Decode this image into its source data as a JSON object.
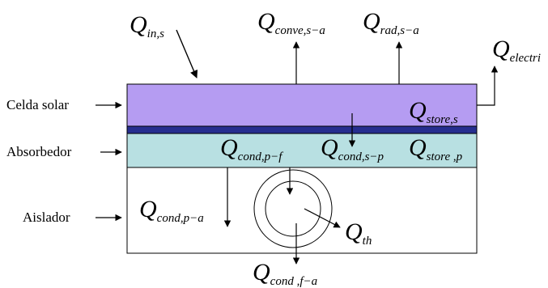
{
  "layers": {
    "solar_cell": "Celda solar",
    "absorber": "Absorbedor",
    "insulator": "Aislador"
  },
  "heat_flows": {
    "q_in": {
      "symbol": "Q",
      "subscript": "in,s"
    },
    "q_conv": {
      "symbol": "Q",
      "subscript": "conve,s−a"
    },
    "q_rad": {
      "symbol": "Q",
      "subscript": "rad,s−a"
    },
    "q_elec": {
      "symbol": "Q",
      "subscript": "electri"
    },
    "q_store_s": {
      "symbol": "Q",
      "subscript": "store,s"
    },
    "q_cond_pf": {
      "symbol": "Q",
      "subscript": "cond,p−f"
    },
    "q_cond_sp": {
      "symbol": "Q",
      "subscript": "cond,s−p"
    },
    "q_store_p": {
      "symbol": "Q",
      "subscript": "store ,p"
    },
    "q_cond_pa": {
      "symbol": "Q",
      "subscript": "cond,p−a"
    },
    "q_th": {
      "symbol": "Q",
      "subscript": "th"
    },
    "q_cond_fa": {
      "symbol": "Q",
      "subscript": "cond ,f−a"
    }
  },
  "colors": {
    "solar_cell": "#b59cf2",
    "separator": "#262e8f",
    "absorber": "#b8e0e2",
    "insulator": "#ffffff"
  }
}
